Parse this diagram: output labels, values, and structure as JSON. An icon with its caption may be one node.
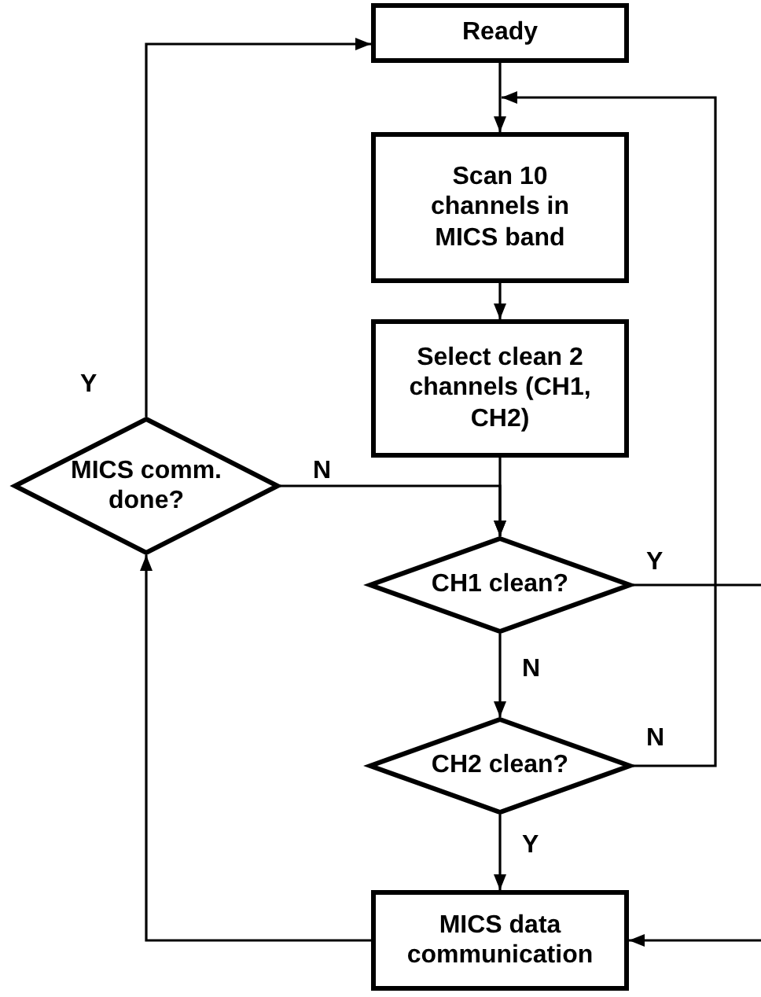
{
  "diagram": {
    "nodes": [
      {
        "text": [
          "Ready"
        ]
      },
      {
        "text": [
          "Scan 10 channels in MICS band"
        ]
      },
      {
        "text": [
          "Select clean 2 channels (CH1, CH2)"
        ]
      },
      {
        "text": [
          "MICS comm. done?"
        ]
      },
      {
        "text": [
          "CH1 clean?"
        ]
      },
      {
        "text": [
          "CH2 clean?"
        ]
      },
      {
        "text": [
          "MICS data communication"
        ]
      }
    ],
    "edges": [
      {
        "from": 0,
        "to": 1,
        "arrow": "to"
      },
      {
        "from": 1,
        "to": 2,
        "arrow": "to"
      },
      {
        "from": 2,
        "to": 4,
        "arrow": "to"
      },
      {
        "from": 3,
        "to": 4,
        "arrow": "to",
        "label": "N"
      },
      {
        "from": 3,
        "to": 0,
        "arrow": "to",
        "label": "Y"
      },
      {
        "from": 4,
        "to": 5,
        "arrow": "to",
        "label": "N"
      },
      {
        "from": 5,
        "to": 6,
        "arrow": "to",
        "label": "Y"
      },
      {
        "from": 6,
        "to": 3,
        "arrow": "to"
      },
      {
        "from": 5,
        "to": 1,
        "arrow": "to",
        "label": "N"
      },
      {
        "from": 4,
        "to": null,
        "arrow": "none",
        "label": "Y"
      },
      {
        "from": null,
        "to": 6,
        "arrow": "to"
      }
    ]
  }
}
